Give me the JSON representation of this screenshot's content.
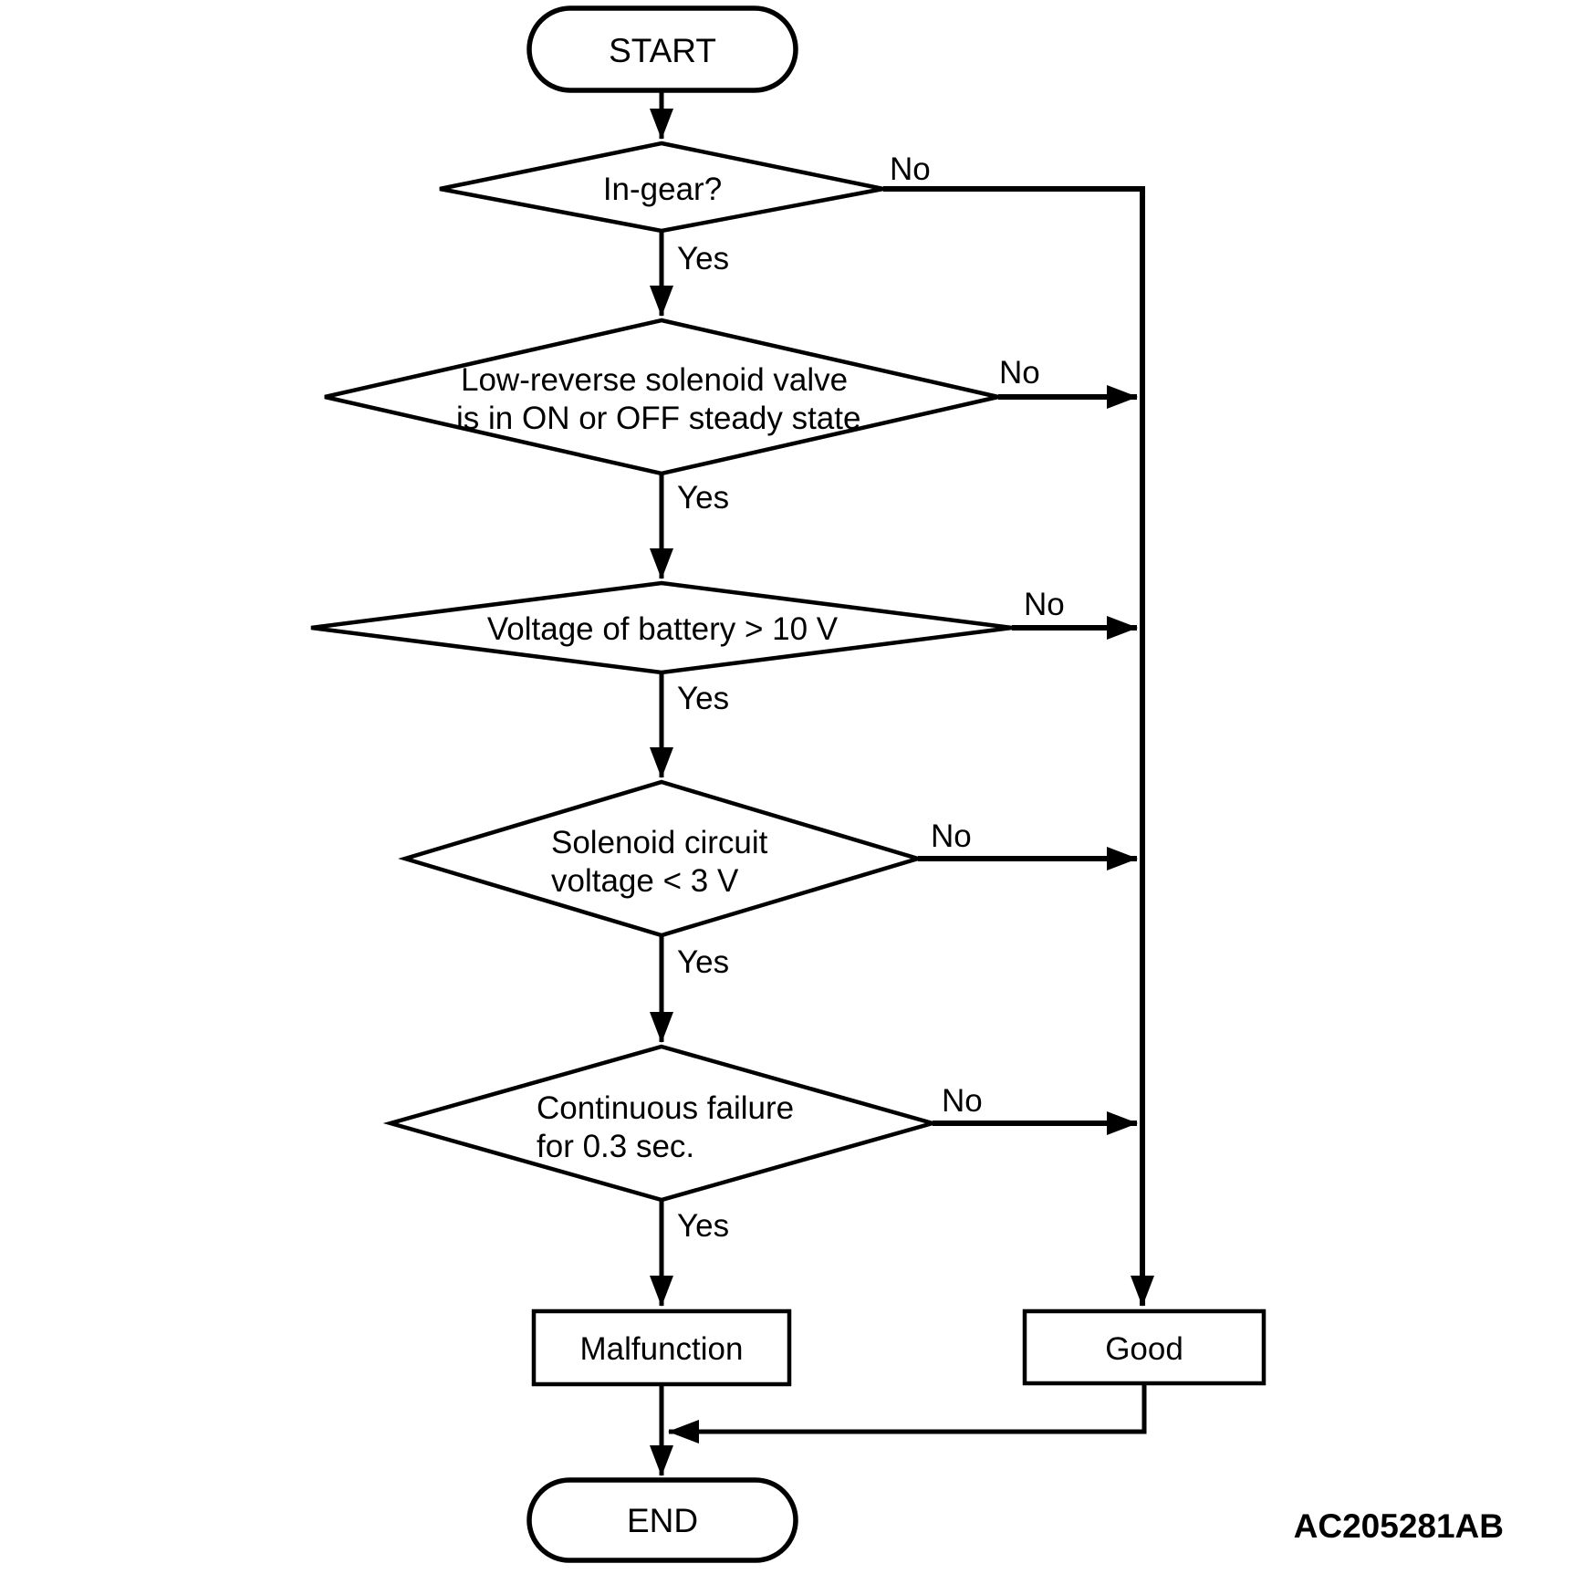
{
  "figure_code": "AC205281AB",
  "colors": {
    "ink": "#000000",
    "background": "#ffffff"
  },
  "nodes": {
    "start": {
      "type": "terminator",
      "label": "START"
    },
    "in_gear": {
      "type": "decision",
      "label": "In-gear?"
    },
    "solenoid_steady": {
      "type": "decision",
      "label_line1": "Low-reverse solenoid valve",
      "label_line2": "is in ON or OFF steady state"
    },
    "battery_voltage": {
      "type": "decision",
      "label": "Voltage of battery > 10 V"
    },
    "circuit_voltage": {
      "type": "decision",
      "label_line1": "Solenoid circuit",
      "label_line2": "voltage < 3 V"
    },
    "continuous_failure": {
      "type": "decision",
      "label_line1": "Continuous failure",
      "label_line2": "for 0.3 sec."
    },
    "malfunction": {
      "type": "process",
      "label": "Malfunction"
    },
    "good": {
      "type": "process",
      "label": "Good"
    },
    "end": {
      "type": "terminator",
      "label": "END"
    }
  },
  "edge_labels": {
    "in_gear_yes": "Yes",
    "in_gear_no": "No",
    "solenoid_steady_yes": "Yes",
    "solenoid_steady_no": "No",
    "battery_voltage_yes": "Yes",
    "battery_voltage_no": "No",
    "circuit_voltage_yes": "Yes",
    "circuit_voltage_no": "No",
    "continuous_failure_yes": "Yes",
    "continuous_failure_no": "No"
  }
}
